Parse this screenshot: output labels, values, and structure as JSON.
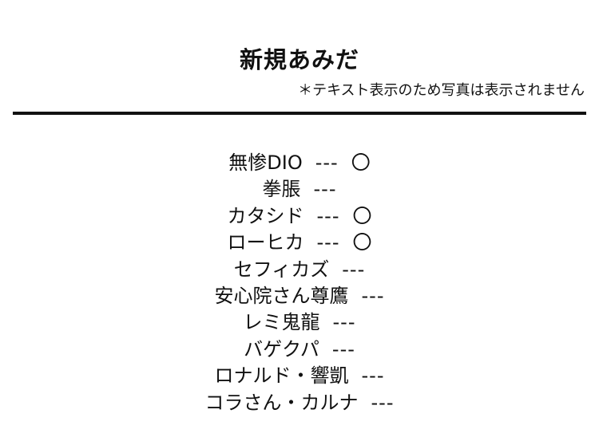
{
  "header": {
    "title": "新規あみだ",
    "notice": "＊テキスト表示のため写真は表示されません"
  },
  "entries": [
    {
      "name": "無惨DIO",
      "separator": "---",
      "mark": "〇"
    },
    {
      "name": "拳脹",
      "separator": "---",
      "mark": ""
    },
    {
      "name": "カタシド",
      "separator": "---",
      "mark": "〇"
    },
    {
      "name": "ローヒカ",
      "separator": "---",
      "mark": "〇"
    },
    {
      "name": "セフィカズ",
      "separator": "---",
      "mark": ""
    },
    {
      "name": "安心院さん尊鷹",
      "separator": "---",
      "mark": ""
    },
    {
      "name": "レミ鬼龍",
      "separator": "---",
      "mark": ""
    },
    {
      "name": "バゲクパ",
      "separator": "---",
      "mark": ""
    },
    {
      "name": "ロナルド・響凱",
      "separator": "---",
      "mark": ""
    },
    {
      "name": "コラさん・カルナ",
      "separator": "---",
      "mark": ""
    }
  ]
}
